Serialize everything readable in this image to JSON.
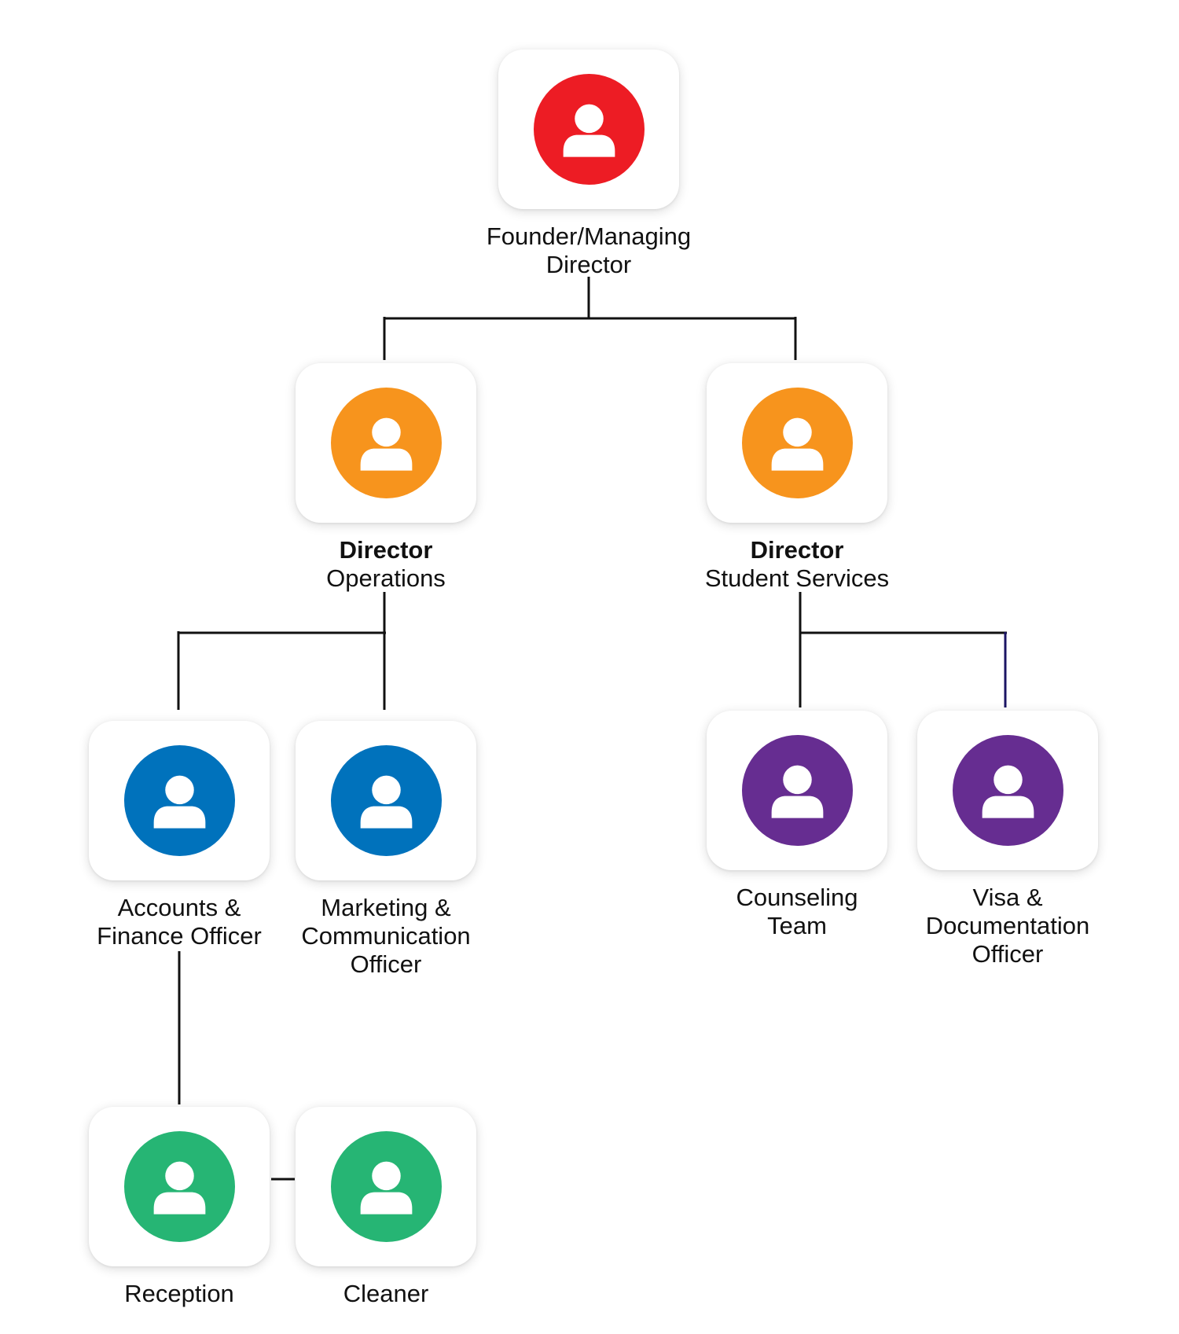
{
  "colors": {
    "red": "#ED1C24",
    "orange": "#F7941D",
    "blue": "#0072BC",
    "purple": "#662D91",
    "green": "#26B574",
    "connector": "#111111",
    "connector_alt": "#1B1464"
  },
  "icon": "person-icon",
  "nodes": {
    "founder": {
      "title": "Founder/Managing\nDirector",
      "color": "red"
    },
    "director_operations": {
      "bold": "Director",
      "title": "Operations",
      "color": "orange"
    },
    "director_student_services": {
      "bold": "Director",
      "title": "Student Services",
      "color": "orange"
    },
    "accounts_finance": {
      "title": "Accounts &\nFinance Officer",
      "color": "blue"
    },
    "marketing_communication": {
      "title": "Marketing &\nCommunication\nOfficer",
      "color": "blue"
    },
    "counseling_team": {
      "title": "Counseling\nTeam",
      "color": "purple"
    },
    "visa_documentation": {
      "title": "Visa &\nDocumentation\nOfficer",
      "color": "purple"
    },
    "reception": {
      "title": "Reception",
      "color": "green"
    },
    "cleaner": {
      "title": "Cleaner",
      "color": "green"
    }
  }
}
